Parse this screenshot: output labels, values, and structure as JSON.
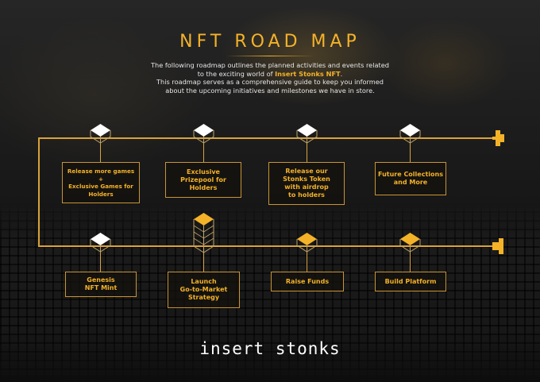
{
  "header": {
    "title": "NFT ROAD MAP",
    "intro_line1": "The following roadmap outlines the planned activities and events related",
    "intro_line2_pre": "to the exciting world of ",
    "intro_highlight": "Insert Stonks NFT",
    "intro_line2_post": ".",
    "intro_line3": "This roadmap serves as a comprehensive guide to keep you informed",
    "intro_line4": "about the upcoming initiatives and milestones we have in store."
  },
  "milestones": {
    "top": [
      {
        "line1": "Release more games",
        "line2": "+",
        "line3": "Exclusive Games for",
        "line4": "Holders"
      },
      {
        "line1": "Exclusive",
        "line2": "Prizepool for",
        "line3": "Holders"
      },
      {
        "line1": "Release our",
        "line2": "Stonks Token",
        "line3": "with airdrop",
        "line4": "to holders"
      },
      {
        "line1": "Future Collections",
        "line2": "and More"
      }
    ],
    "bottom": [
      {
        "line1": "Genesis",
        "line2": "NFT Mint"
      },
      {
        "line1": "Launch",
        "line2": "Go-to-Market",
        "line3": "Strategy"
      },
      {
        "line1": "Raise Funds"
      },
      {
        "line1": "Build Platform"
      }
    ]
  },
  "logo": {
    "text": "insert stonks"
  },
  "colors": {
    "accent": "#f4b229",
    "line": "#d9a23a",
    "gem_done": "#ffffff",
    "gem_upcoming": "#f4b229"
  },
  "icons": [
    "diamond-gem-icon",
    "tower-gem-icon",
    "arrow-end-icon"
  ]
}
